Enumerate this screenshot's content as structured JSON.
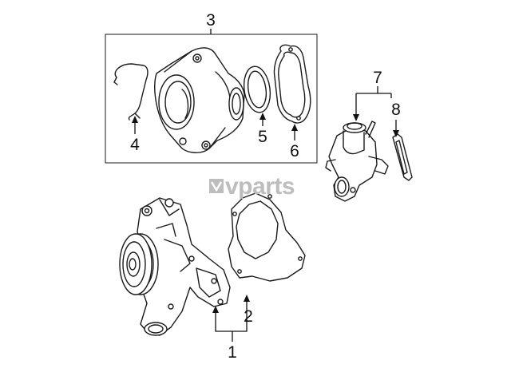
{
  "callouts": {
    "c1": "1",
    "c2": "2",
    "c3": "3",
    "c4": "4",
    "c5": "5",
    "c6": "6",
    "c7": "7",
    "c8": "8"
  },
  "watermark": {
    "text": "vparts"
  }
}
